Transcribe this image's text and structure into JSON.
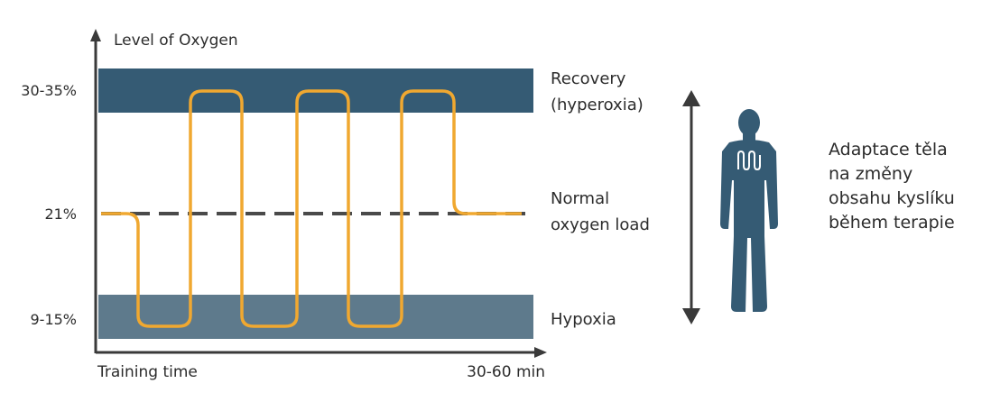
{
  "axis": {
    "y_title": "Level of Oxygen",
    "x_start": "Training time",
    "x_end": "30-60 min"
  },
  "levels": [
    {
      "key": "high",
      "tick": "30-35%",
      "label_lines": [
        "Recovery",
        "(hyperoxia)"
      ]
    },
    {
      "key": "normal",
      "tick": "21%",
      "label_lines": [
        "Normal",
        "oxygen load"
      ]
    },
    {
      "key": "low",
      "tick": "9-15%",
      "label_lines": [
        "Hypoxia"
      ]
    }
  ],
  "note_lines": [
    "Adaptace těla",
    "na změny",
    "obsahu kyslíku",
    "během terapie"
  ],
  "colors": {
    "band_high": "#355b74",
    "band_low": "#5e7a8c",
    "curve": "#f0a830",
    "dashed": "#4a4a4a",
    "axis": "#3a3a3a",
    "figure": "#355b74"
  },
  "icons": {
    "figure": "human-figure-icon",
    "arrow": "double-arrow-icon"
  }
}
